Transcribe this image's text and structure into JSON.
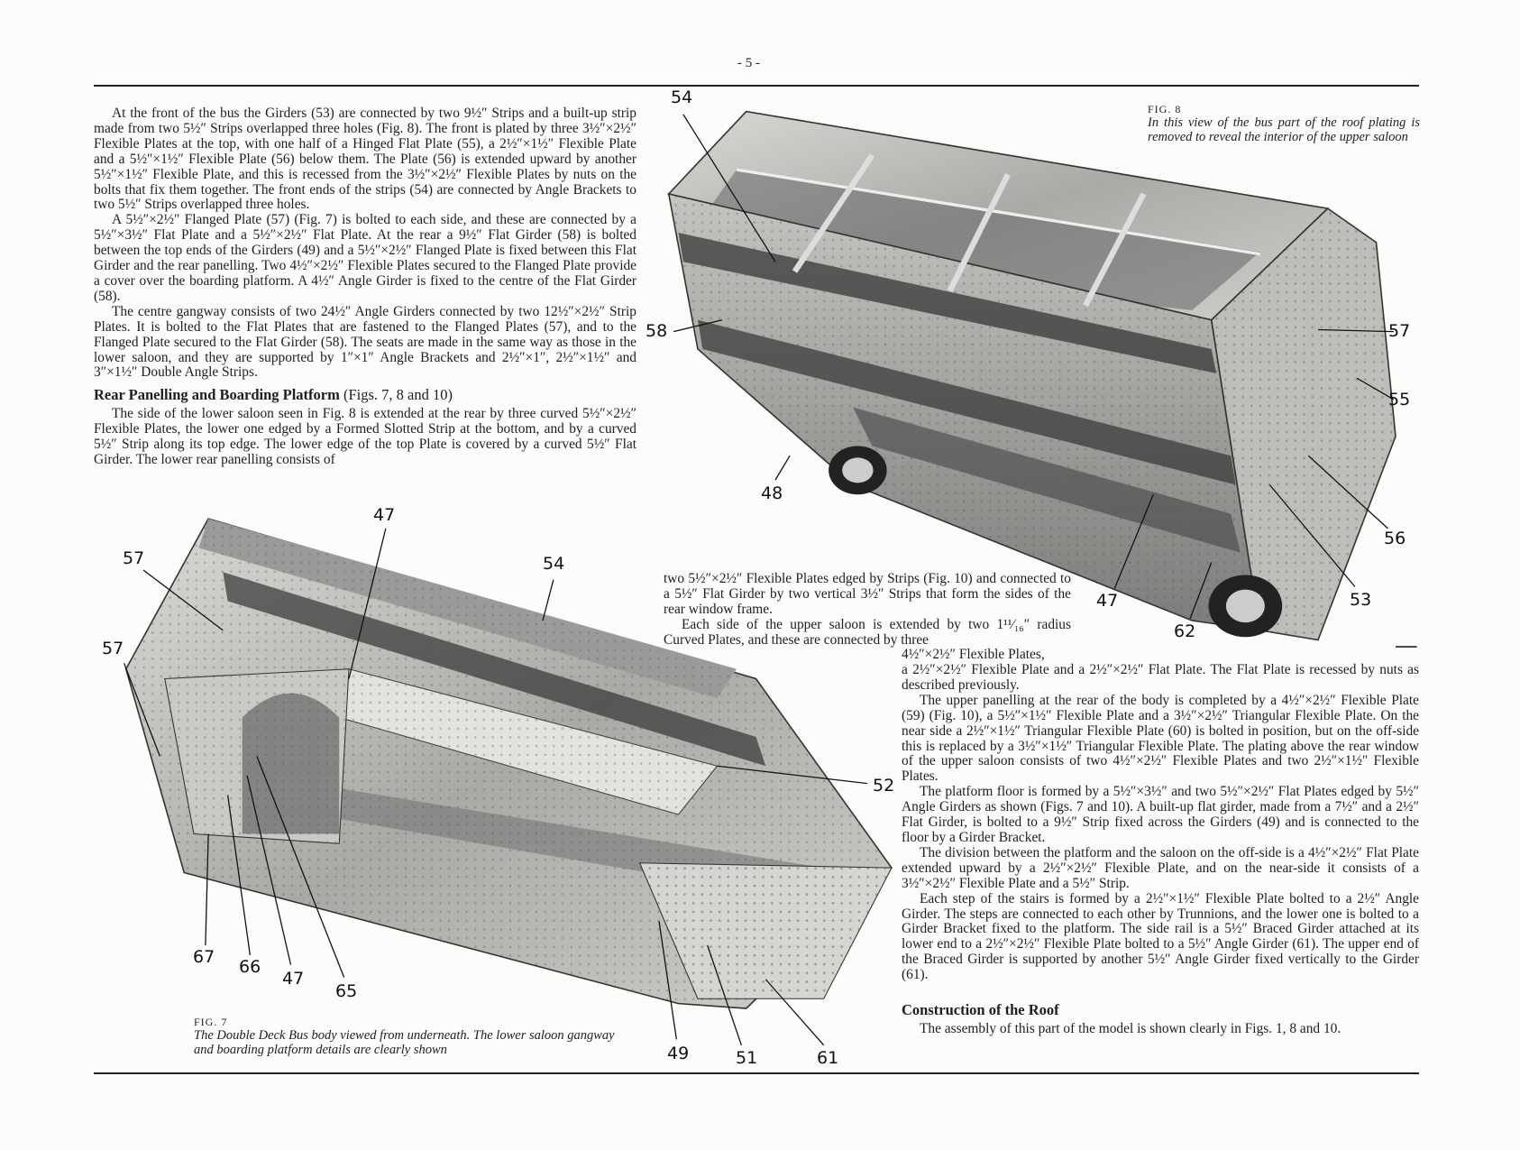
{
  "page_number": "- 5 -",
  "left_column": {
    "paragraphs": [
      "At the front of the bus the Girders (53) are connected by two 9½″ Strips and a built-up strip made from two 5½″ Strips overlapped three holes (Fig. 8). The front is plated by three 3½″×2½″ Flexible Plates at the top, with one half of a Hinged Flat Plate (55), a 2½″×1½″ Flexible Plate and a 5½″×1½″ Flexible Plate (56) below them. The Plate (56) is extended upward by another 5½″×1½″ Flexible Plate, and this is recessed from the 3½″×2½″ Flexible Plates by nuts on the bolts that fix them together. The front ends of the strips (54) are connected by Angle Brackets to two 5½″ Strips overlapped three holes.",
      "A 5½″×2½″ Flanged Plate (57) (Fig. 7) is bolted to each side, and these are connected by a 5½″×3½″ Flat Plate and a 5½″×2½″ Flat Plate. At the rear a 9½″ Flat Girder (58) is bolted between the top ends of the Girders (49) and a 5½″×2½″ Flanged Plate is fixed between this Flat Girder and the rear panelling. Two 4½″×2½″ Flexible Plates secured to the Flanged Plate provide a cover over the boarding platform. A 4½″ Angle Girder is fixed to the centre of the Flat Girder (58).",
      "The centre gangway consists of two 24½″ Angle Girders connected by two 12½″×2½″ Strip Plates. It is bolted to the Flat Plates that are fastened to the Flanged Plates (57), and to the Flanged Plate secured to the Flat Girder (58). The seats are made in the same way as those in the lower saloon, and they are supported by 1″×1″ Angle Brackets and 2½″×1″, 2½″×1½″ and 3″×1½″ Double Angle Strips."
    ],
    "heading": "Rear Panelling and Boarding Platform",
    "heading_figs": "(Figs. 7, 8 and 10)",
    "paragraph_after_heading": "The side of the lower saloon seen in Fig. 8 is extended at the rear by three curved 5½″×2½″ Flexible Plates, the lower one edged by a Formed Slotted Strip at the bottom, and by a curved 5½″ Strip along its top edge. The lower edge of the top Plate is covered by a curved 5½″ Flat Girder. The lower rear panelling consists of"
  },
  "middle_text": {
    "paragraphs": [
      "two 5½″×2½″ Flexible Plates edged by Strips (Fig. 10) and connected to a 5½″ Flat Girder by two vertical 3½″ Strips that form the sides of the rear window frame.",
      "Each side of the upper saloon is extended by two 1¹¹⁄₁₆″ radius Curved Plates, and these are connected by three"
    ],
    "wrap_line": "4½″×2½″ Flexible Plates,"
  },
  "right_column": {
    "paragraphs": [
      "a 2½″×2½″ Flexible Plate and a 2½″×2½″ Flat Plate. The Flat Plate is recessed by nuts as described previously.",
      "The upper panelling at the rear of the body is completed by a 4½″×2½″ Flexible Plate (59) (Fig. 10), a 5½″×1½″ Flexible Plate and a 3½″×2½″ Triangular Flexible Plate. On the near side a 2½″×1½″ Triangular Flexible Plate (60) is bolted in position, but on the off-side this is replaced by a 3½″×1½″ Triangular Flexible Plate. The plating above the rear window of the upper saloon consists of two 4½″×2½″ Flexible Plates and two 2½″×1½″ Flexible Plates.",
      "The platform floor is formed by a 5½″×3½″ and two 5½″×2½″ Flat Plates edged by 5½″ Angle Girders as shown (Figs. 7 and 10). A built-up flat girder, made from a 7½″ and a 2½″ Flat Girder, is bolted to a 9½″ Strip fixed across the Girders (49) and is connected to the floor by a Girder Bracket.",
      "The division between the platform and the saloon on the off-side is a 4½″×2½″ Flat Plate extended upward by a 2½″×2½″ Flexible Plate, and on the near-side it consists of a 3½″×2½″ Flexible Plate and a 5½″ Strip.",
      "Each step of the stairs is formed by a 2½″×1½″ Flexible Plate bolted to a 2½″ Angle Girder. The steps are connected to each other by Trunnions, and the lower one is bolted to a Girder Bracket fixed to the platform. The side rail is a 5½″ Braced Girder attached at its lower end to a 2½″×2½″ Flexible Plate bolted to a 5½″ Angle Girder (61). The upper end of the Braced Girder is supported by another 5½″ Angle Girder fixed vertically to the Girder (61)."
    ],
    "heading": "Construction of the Roof",
    "roof_paragraph": "The assembly of this part of the model is shown clearly in Figs. 1, 8 and 10."
  },
  "fig8": {
    "label": "FIG. 8",
    "caption": "In this view of the bus part of the roof plating is removed to reveal the interior of the upper saloon",
    "callouts": [
      "54",
      "58",
      "57",
      "55",
      "48",
      "56",
      "47",
      "53",
      "62"
    ]
  },
  "fig7": {
    "label": "FIG. 7",
    "caption": "The Double Deck Bus body viewed from underneath. The lower saloon gangway and boarding platform details are clearly shown",
    "callouts": [
      "47",
      "57",
      "54",
      "57",
      "52",
      "67",
      "66",
      "47",
      "65",
      "49",
      "51",
      "61"
    ]
  }
}
